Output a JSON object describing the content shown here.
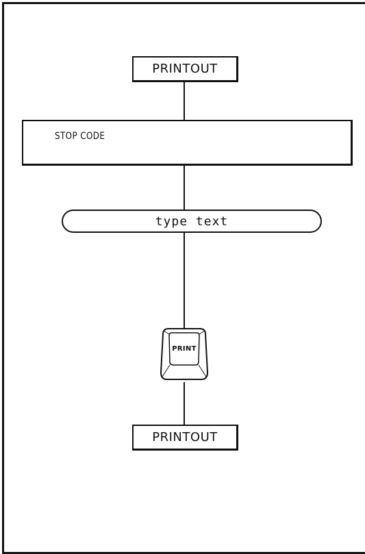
{
  "diagram": {
    "nodes": {
      "printout_top": {
        "label": "PRINTOUT"
      },
      "stop_code": {
        "label": "STOP CODE"
      },
      "type_text": {
        "label": "type text"
      },
      "print_key": {
        "label": "PRINT",
        "icon": "print-key-icon"
      },
      "printout_bottom": {
        "label": "PRINTOUT"
      }
    },
    "edges": [
      [
        "printout_top",
        "stop_code"
      ],
      [
        "stop_code",
        "type_text"
      ],
      [
        "type_text",
        "print_key"
      ],
      [
        "print_key",
        "printout_bottom"
      ]
    ]
  }
}
